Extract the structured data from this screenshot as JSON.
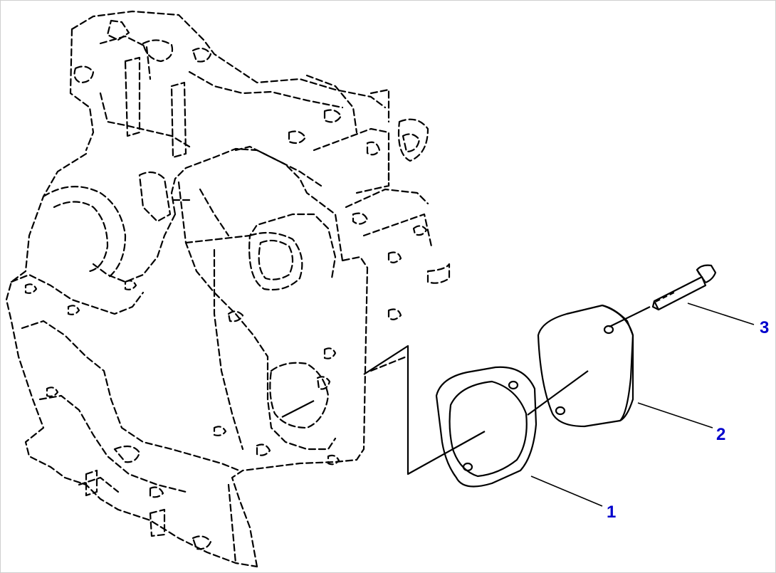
{
  "diagram": {
    "callout_color": "#0000cc",
    "callouts": [
      {
        "id": "1",
        "label": "1"
      },
      {
        "id": "2",
        "label": "2"
      },
      {
        "id": "3",
        "label": "3"
      }
    ]
  }
}
